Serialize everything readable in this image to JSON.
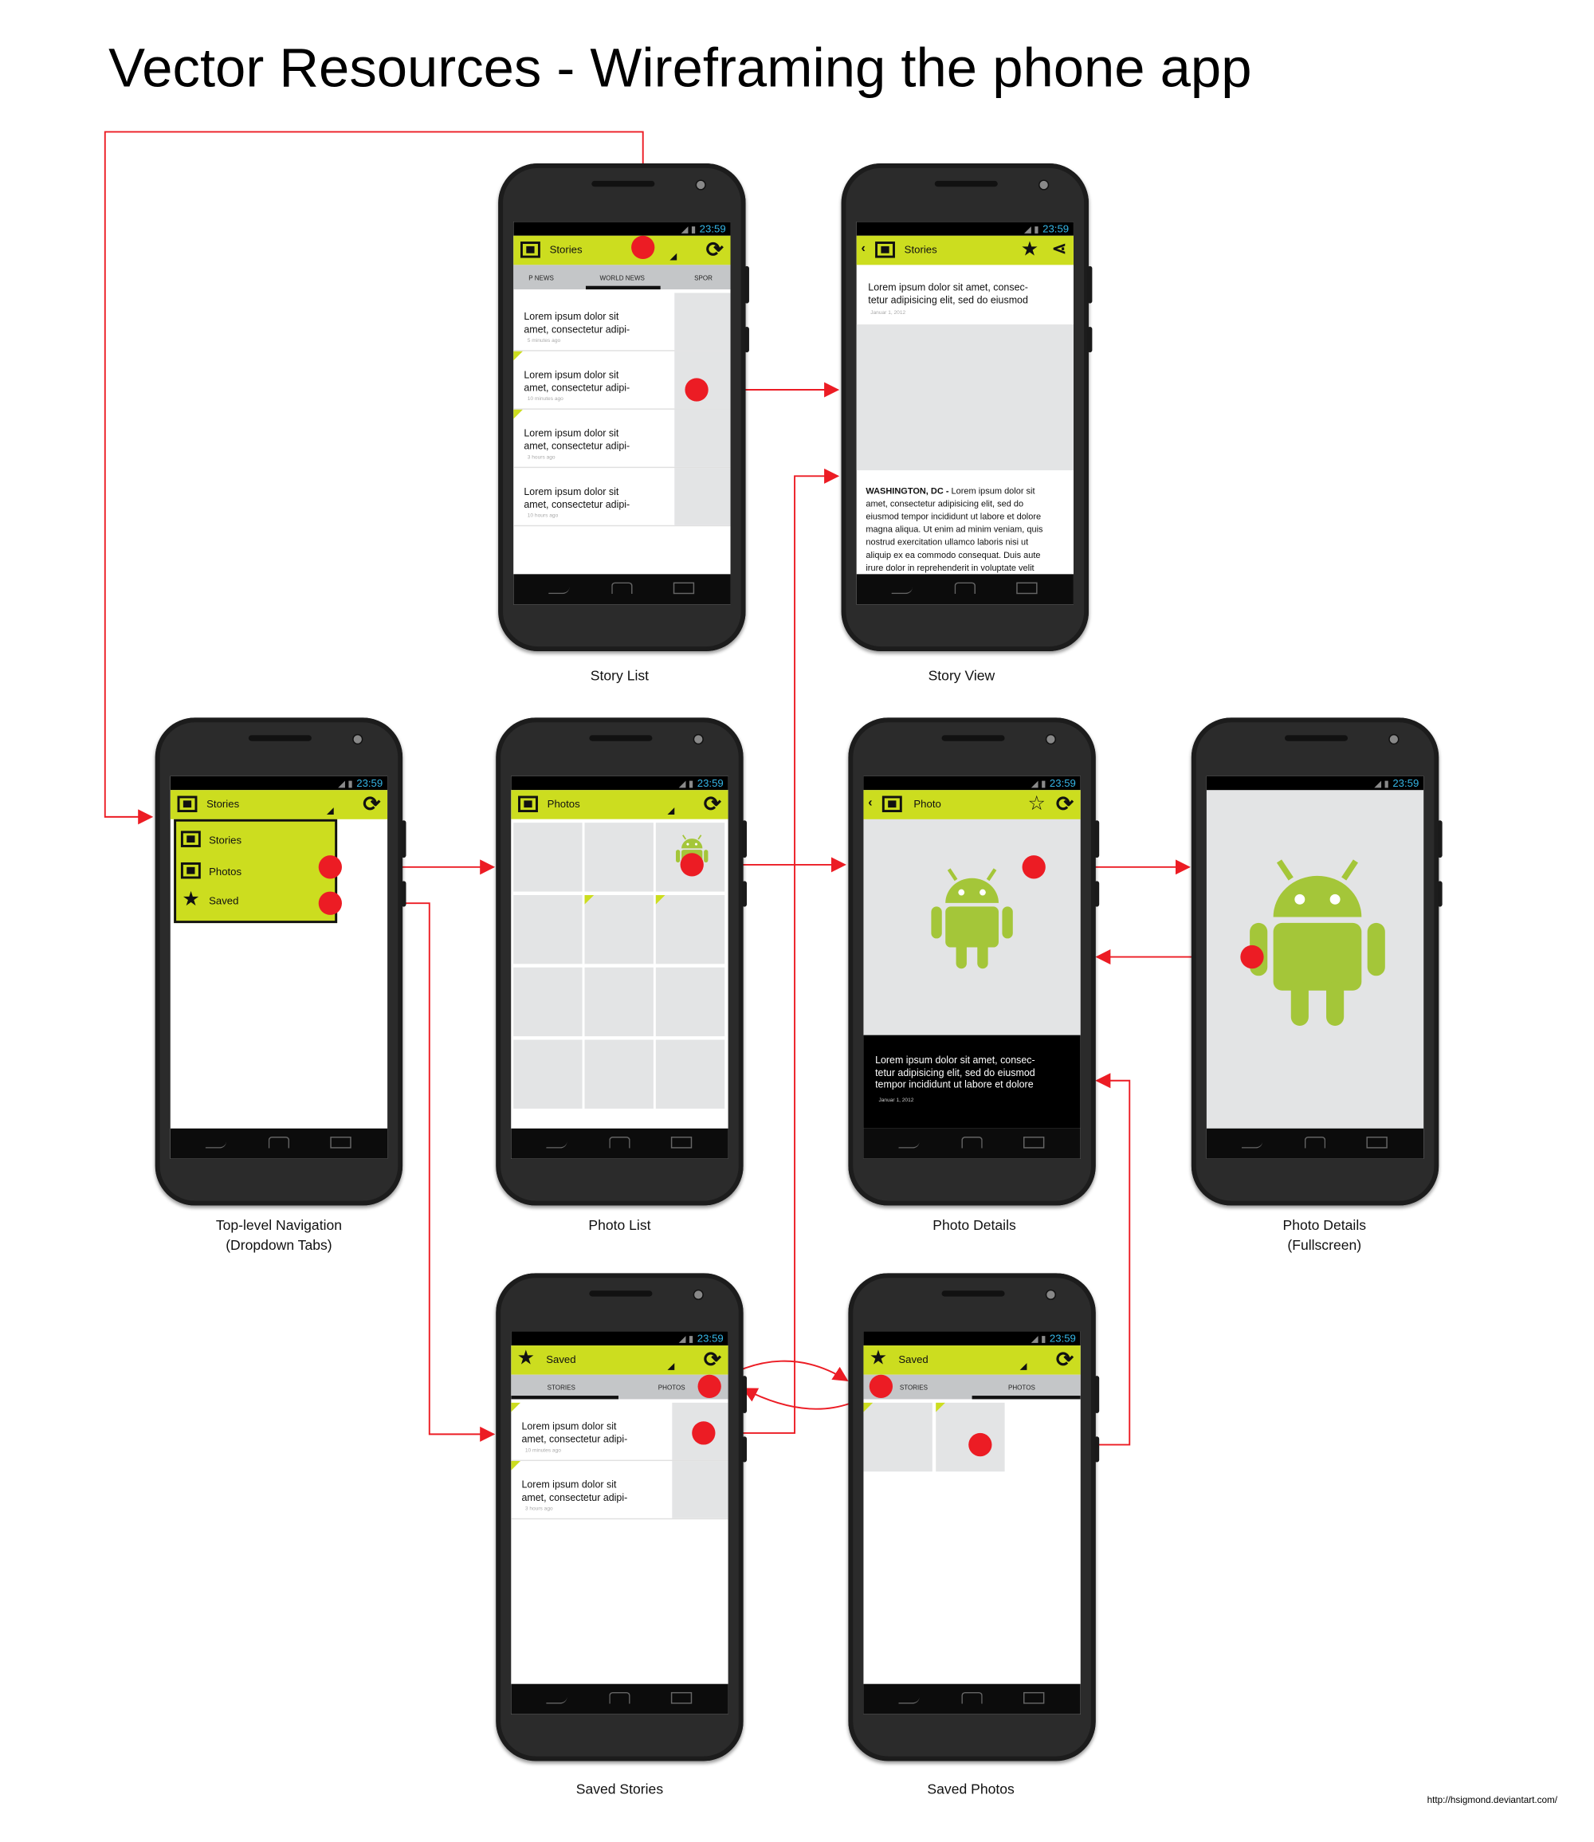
{
  "title": "Vector Resources - Wireframing the phone app",
  "credit": "http://hsigmond.deviantart.com/",
  "status_time": "23:59",
  "screens": {
    "story_list": {
      "label": "Story List",
      "action_title": "Stories",
      "tabs": [
        "P NEWS",
        "WORLD NEWS",
        "SPOR"
      ],
      "items": [
        {
          "line1": "Lorem ipsum dolor sit",
          "line2": "amet, consectetur adipi-",
          "time": "5 minutes ago"
        },
        {
          "line1": "Lorem ipsum dolor sit",
          "line2": "amet, consectetur adipi-",
          "time": "10 minutes ago"
        },
        {
          "line1": "Lorem ipsum dolor sit",
          "line2": "amet, consectetur adipi-",
          "time": "3 hours ago"
        },
        {
          "line1": "Lorem ipsum dolor sit",
          "line2": "amet, consectetur adipi-",
          "time": "10 hours ago"
        }
      ]
    },
    "story_view": {
      "label": "Story View",
      "action_title": "Stories",
      "headline1": "Lorem ipsum dolor sit amet, consec-",
      "headline2": "tetur adipisicing elit, sed do eiusmod",
      "date": "Januar 1, 2012",
      "dateline": "WASHINGTON, DC -",
      "body": [
        "Lorem ipsum dolor sit",
        "amet, consectetur adipisicing elit, sed do",
        "eiusmod tempor incididunt ut labore et dolore",
        "magna aliqua. Ut enim ad minim veniam, quis",
        "nostrud exercitation ullamco laboris nisi ut",
        "aliquip ex ea commodo consequat. Duis aute",
        "irure dolor in reprehenderit in voluptate velit"
      ]
    },
    "top_nav": {
      "label1": "Top-level Navigation",
      "label2": "(Dropdown Tabs)",
      "action_title": "Stories",
      "menu": [
        "Stories",
        "Photos",
        "Saved"
      ]
    },
    "photo_list": {
      "label": "Photo List",
      "action_title": "Photos"
    },
    "photo_details": {
      "label": "Photo Details",
      "action_title": "Photo",
      "caption": [
        "Lorem ipsum dolor sit amet, consec-",
        "tetur adipisicing elit, sed do eiusmod",
        "tempor incididunt ut labore et dolore"
      ],
      "date": "Januar 1, 2012"
    },
    "photo_fullscreen": {
      "label1": "Photo Details",
      "label2": "(Fullscreen)"
    },
    "saved_stories": {
      "label": "Saved Stories",
      "action_title": "Saved",
      "tabs": [
        "STORIES",
        "PHOTOS"
      ],
      "items": [
        {
          "line1": "Lorem ipsum dolor sit",
          "line2": "amet, consectetur adipi-",
          "time": "10 minutes ago"
        },
        {
          "line1": "Lorem ipsum dolor sit",
          "line2": "amet, consectetur adipi-",
          "time": "3 hours ago"
        }
      ]
    },
    "saved_photos": {
      "label": "Saved Photos",
      "action_title": "Saved",
      "tabs": [
        "STORIES",
        "PHOTOS"
      ]
    }
  },
  "colors": {
    "accent": "#ccdd1f",
    "arrow": "#ec1c24",
    "android": "#a4c639",
    "status_time": "#35b5e5"
  }
}
